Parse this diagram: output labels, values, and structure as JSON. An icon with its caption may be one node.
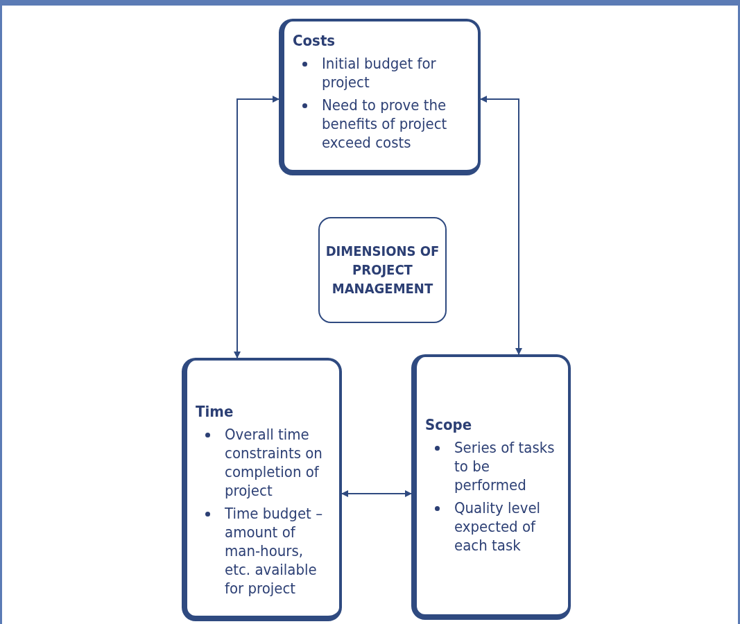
{
  "diagram": {
    "nodes": [
      {
        "text": [
          "Costs",
          "Initial budget for project",
          "Need to prove the benefits of project exceed costs"
        ]
      },
      {
        "text": [
          "DIMENSIONS OF PROJECT MANAGEMENT"
        ]
      },
      {
        "text": [
          "Time",
          "Overall time constraints on completion of project",
          "Time budget – amount of man-hours, etc. available for project"
        ]
      },
      {
        "text": [
          "Scope",
          "Series of tasks to be performed",
          "Quality level expected of each task"
        ]
      }
    ],
    "edges": [
      {
        "from": 0,
        "to": 2,
        "arrow": "both"
      },
      {
        "from": 0,
        "to": 3,
        "arrow": "both"
      },
      {
        "from": 2,
        "to": 3,
        "arrow": "both"
      }
    ]
  }
}
